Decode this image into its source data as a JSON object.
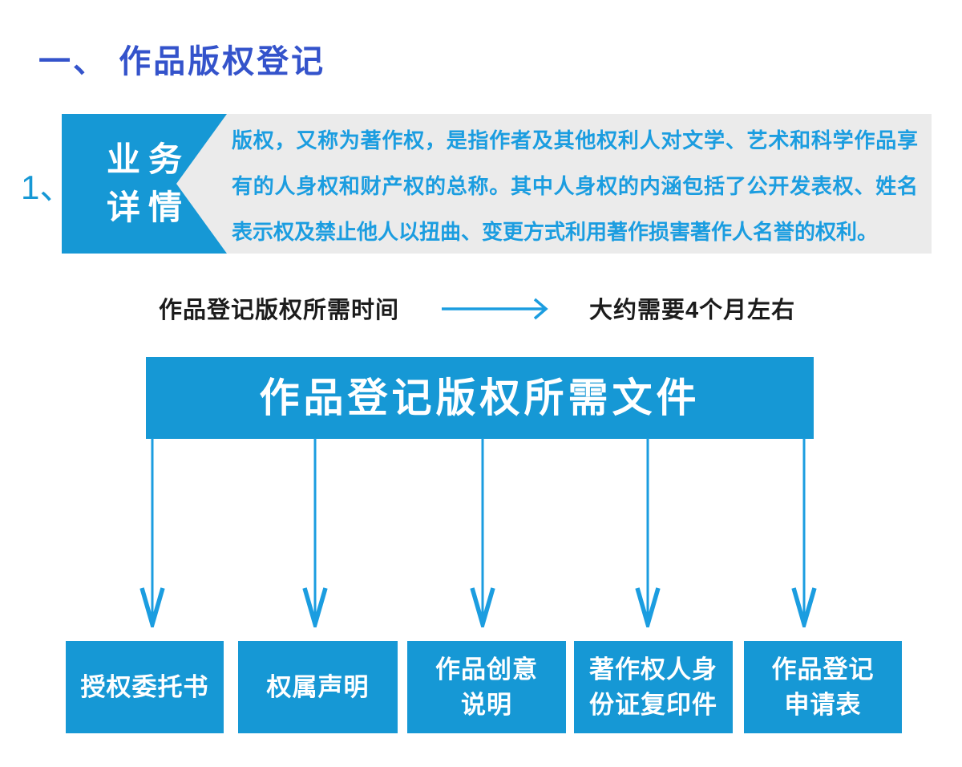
{
  "theme": {
    "accent_cyan": "#1698d5",
    "accent_bright": "#1b9de0",
    "title_blue": "#3453cb",
    "panel_gray": "#ebebeb",
    "text_black": "#1c1c1c"
  },
  "header": {
    "title": "一、 作品版权登记"
  },
  "business": {
    "index_label": "1、",
    "tag_line1": "业务",
    "tag_line2": "详情",
    "description": "版权，又称为著作权，是指作者及其他权利人对文学、艺术和科学作品享有的人身权和财产权的总称。其中人身权的内涵包括了公开发表权、姓名表示权及禁止他人以扭曲、变更方式利用著作损害著作人名誉的权利。"
  },
  "duration": {
    "label": "作品登记版权所需时间",
    "arrow_icon": "arrow-right",
    "value": "大约需要4个月左右"
  },
  "documents": {
    "banner_title": "作品登记版权所需文件",
    "flow_arrow_icon": "arrow-down",
    "items": [
      {
        "label": "授权委托书",
        "lines": [
          "授权委托书"
        ]
      },
      {
        "label": "权属声明",
        "lines": [
          "权属声明"
        ]
      },
      {
        "label": "作品创意说明",
        "lines": [
          "作品创意",
          "说明"
        ]
      },
      {
        "label": "著作权人身份证复印件",
        "lines": [
          "著作权人身",
          "份证复印件"
        ]
      },
      {
        "label": "作品登记申请表",
        "lines": [
          "作品登记",
          "申请表"
        ]
      }
    ]
  }
}
